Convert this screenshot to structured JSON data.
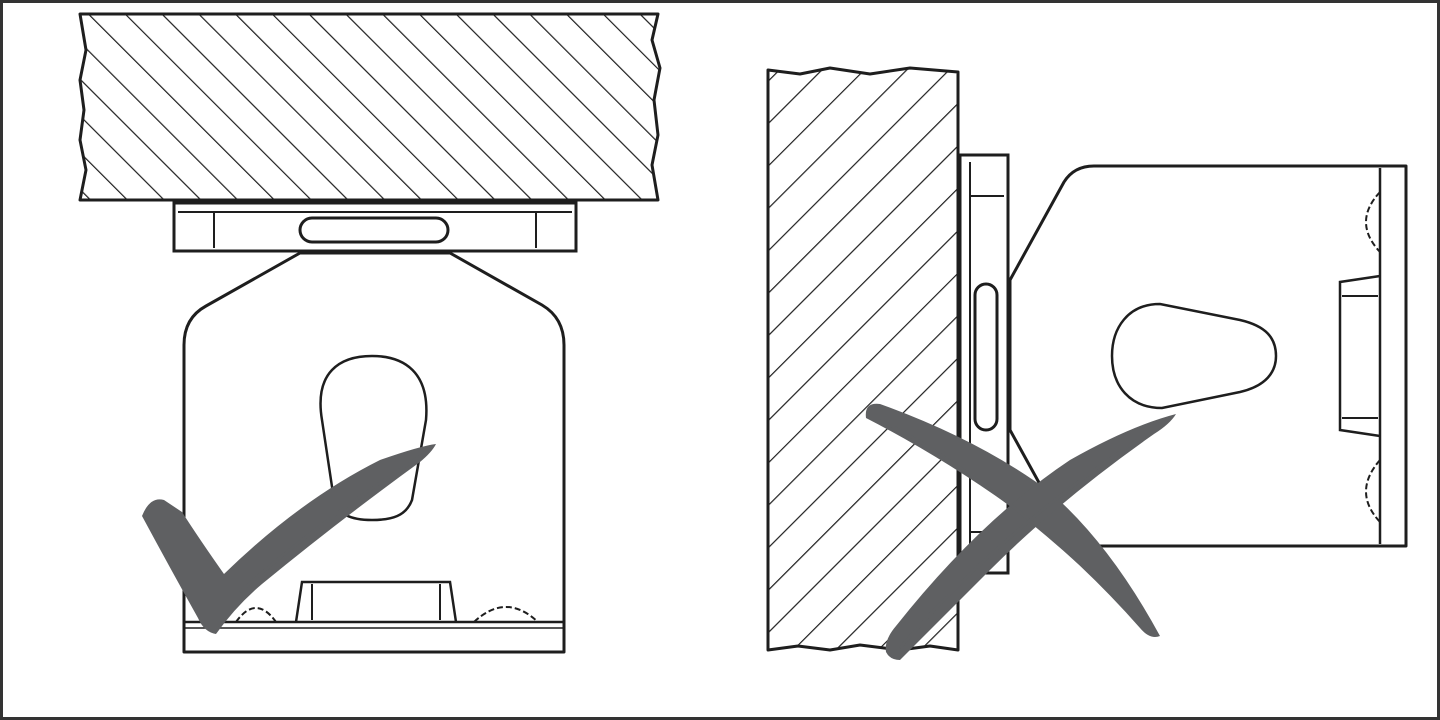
{
  "colors": {
    "line": "#1e1e1e",
    "mark": "#5f6062",
    "background": "#ffffff",
    "frame": "#333333"
  },
  "panels": [
    {
      "id": "correct-mounting",
      "verdict": "correct",
      "mark_icon": "checkmark-icon"
    },
    {
      "id": "incorrect-mounting",
      "verdict": "incorrect",
      "mark_icon": "cross-icon"
    }
  ]
}
